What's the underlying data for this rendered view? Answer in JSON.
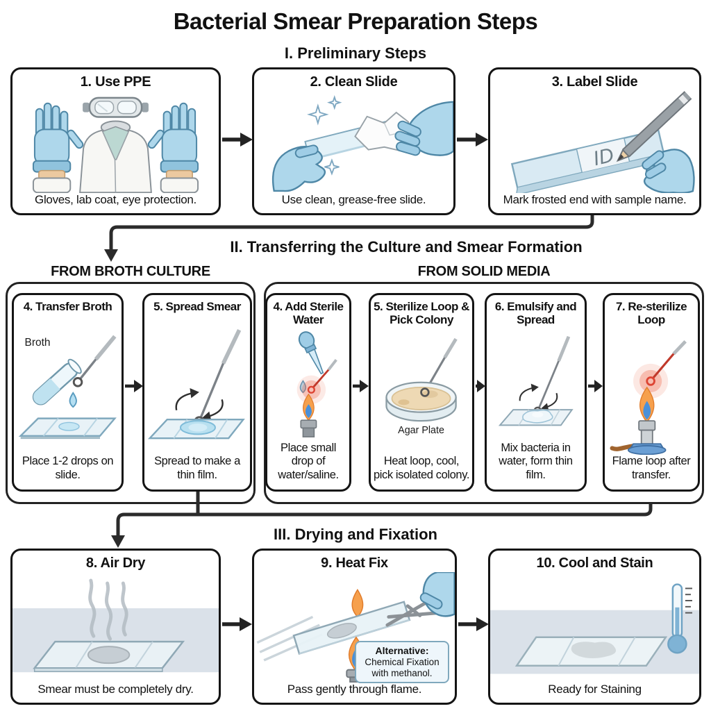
{
  "title": "Bacterial Smear Preparation Steps",
  "section1": {
    "header": "I. Preliminary Steps",
    "panels": [
      {
        "title": "1. Use PPE",
        "caption": "Gloves, lab coat, eye protection."
      },
      {
        "title": "2. Clean Slide",
        "caption": "Use clean, grease-free slide."
      },
      {
        "title": "3. Label Slide",
        "caption": "Mark frosted end with sample name.",
        "slide_label": "ID"
      }
    ]
  },
  "section2": {
    "header": "II. Transferring the Culture and Smear Formation",
    "groups": [
      {
        "label": "FROM BROTH CULTURE",
        "panels": [
          {
            "title": "4. Transfer Broth",
            "caption": "Place 1-2 drops on slide.",
            "tube_label": "Broth"
          },
          {
            "title": "5. Spread Smear",
            "caption": "Spread to make a thin film."
          }
        ]
      },
      {
        "label": "FROM SOLID MEDIA",
        "panels": [
          {
            "title": "4. Add Sterile Water",
            "caption": "Place small drop of water/saline."
          },
          {
            "title": "5. Sterilize Loop & Pick Colony",
            "caption": "Heat loop, cool, pick isolated colony.",
            "plate_label": "Agar Plate"
          },
          {
            "title": "6. Emulsify and Spread",
            "caption": "Mix bacteria in water, form thin film."
          },
          {
            "title": "7. Re-sterilize Loop",
            "caption": "Flame loop after transfer."
          }
        ]
      }
    ]
  },
  "section3": {
    "header": "III. Drying and Fixation",
    "panels": [
      {
        "title": "8. Air Dry",
        "caption": "Smear must be completely dry."
      },
      {
        "title": "9. Heat Fix",
        "caption": "Pass gently through flame.",
        "callout_label": "Alternative:",
        "callout_text": "Chemical Fixation with methanol."
      },
      {
        "title": "10. Cool and Stain",
        "caption": "Ready for Staining"
      }
    ]
  },
  "colors": {
    "outline": "#141414",
    "glove_blue": "#aed7eb",
    "slide_blue": "#e8f2f7",
    "flame_orange": "#f6a04d",
    "flame_blue": "#4a90d9",
    "hot_loop_red": "#c0392b",
    "agar_tan": "#eed9b4",
    "bench_gray_blue": "#dae1e9",
    "callout_bg": "#eef6fb",
    "burner_base_blue": "#6b9fd4"
  }
}
